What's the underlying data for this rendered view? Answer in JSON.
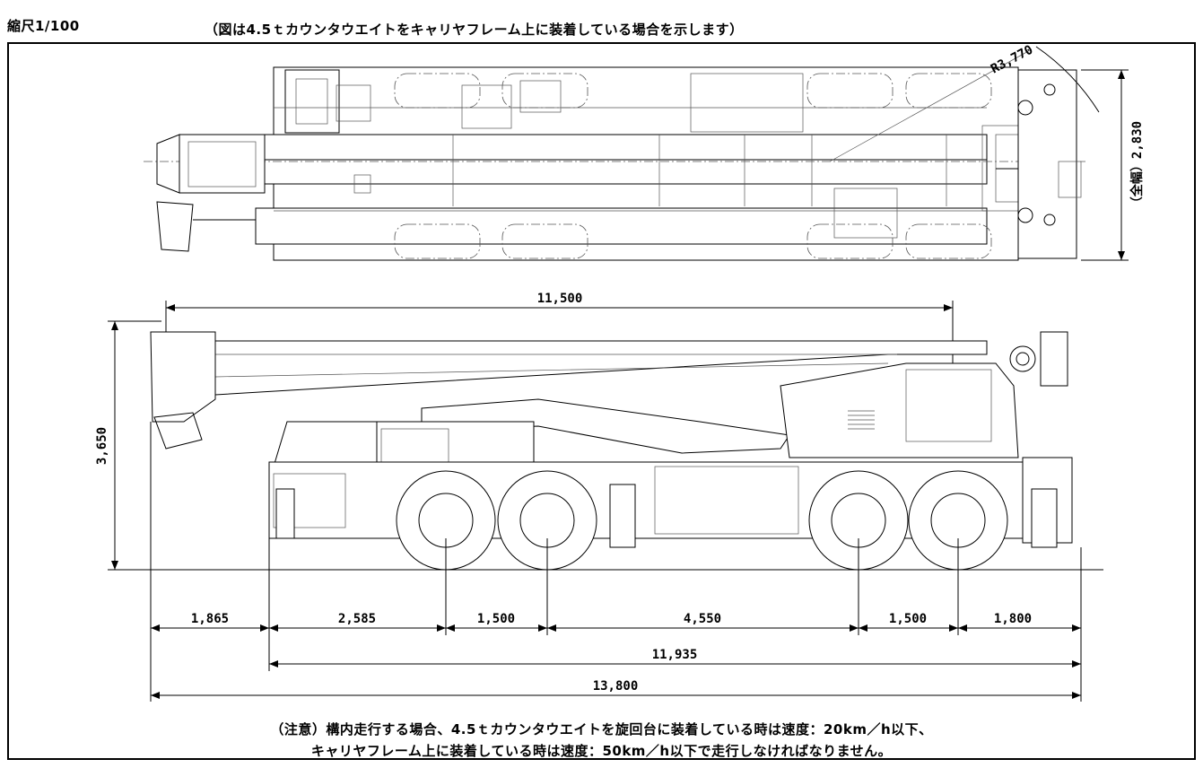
{
  "header": {
    "scale": "縮尺1/100",
    "caption": "（図は4.5ｔカウンタウエイトをキャリヤフレーム上に装着している場合を示します）"
  },
  "top_view": {
    "radius_label": "R3,770",
    "width_label": "（全幅）2,830"
  },
  "side_view": {
    "boom_length": "11,500",
    "height": "3,650"
  },
  "dimensions": {
    "segments": [
      "1,865",
      "2,585",
      "1,500",
      "4,550",
      "1,500",
      "1,800"
    ],
    "wheelbase_total": "11,935",
    "overall_length": "13,800"
  },
  "notes": {
    "line1": "（注意）構内走行する場合、4.5ｔカウンタウエイトを旋回台に装着している時は速度：20km／h以下、",
    "line2": "キャリヤフレーム上に装着している時は速度：50km／h以下で走行しなければなりません。"
  }
}
